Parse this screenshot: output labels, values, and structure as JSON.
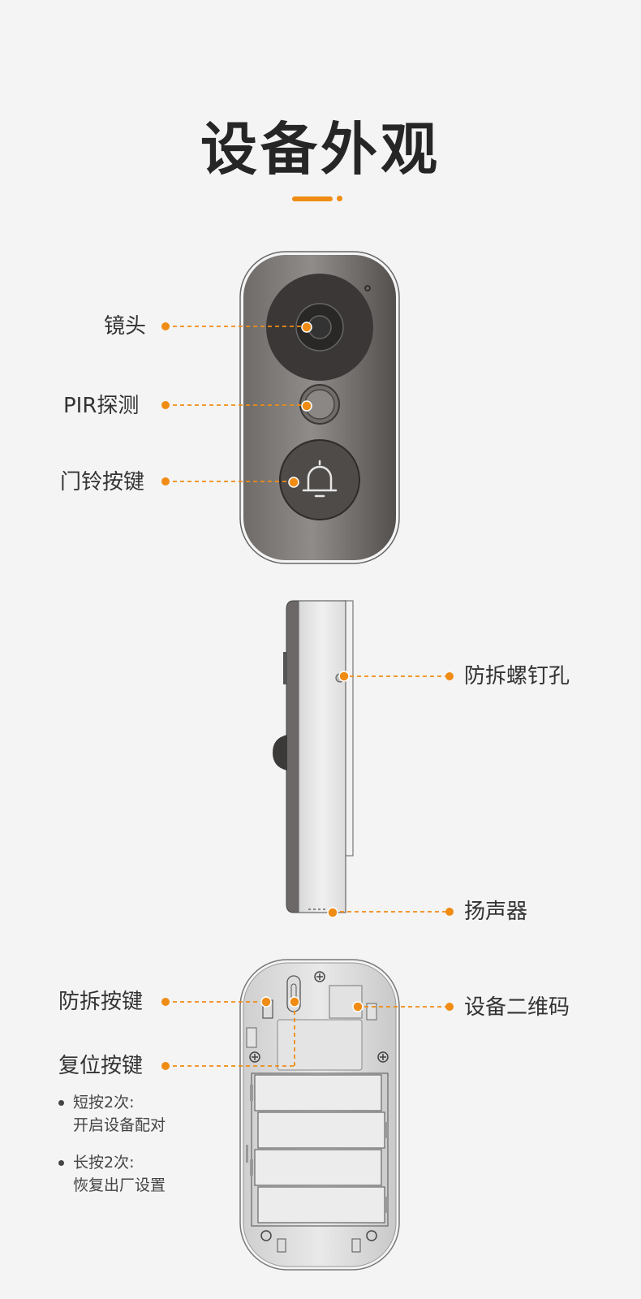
{
  "page": {
    "title": "设备外观",
    "accent_color": "#f08c14"
  },
  "front_view": {
    "labels": {
      "lens": "镜头",
      "pir": "PIR探测",
      "doorbell_button": "门铃按键"
    },
    "icons": [
      "bell-icon"
    ]
  },
  "side_view": {
    "labels": {
      "tamper_screw_hole": "防拆螺钉孔",
      "speaker": "扬声器"
    }
  },
  "back_view": {
    "labels": {
      "tamper_button": "防拆按键",
      "device_qr_code": "设备二维码",
      "reset_button": "复位按键"
    },
    "reset_notes": [
      {
        "line1": "短按2次:",
        "line2": "开启设备配对"
      },
      {
        "line1": "长按2次:",
        "line2": "恢复出厂设置"
      }
    ]
  }
}
